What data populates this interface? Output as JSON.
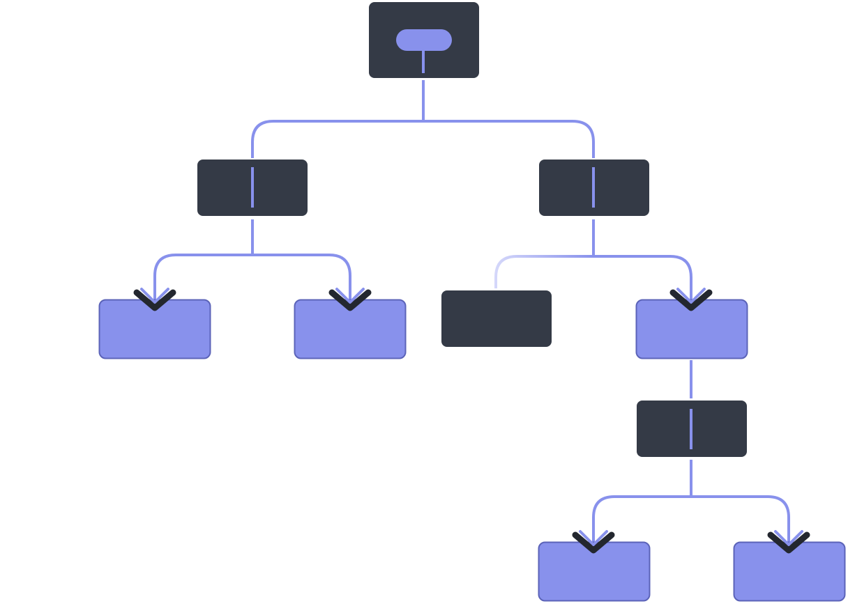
{
  "diagram": {
    "type": "tree",
    "colors": {
      "dark_node": "#343a46",
      "accent": "#8891ec",
      "accent_border": "#5b63b8",
      "accent_faded": "#d4d7fa",
      "arrow_shadow": "#23272f",
      "background": "#ffffff"
    },
    "nodes": [
      {
        "id": "root",
        "style": "dark",
        "icon": "pill-stem"
      },
      {
        "id": "left",
        "style": "dark",
        "parent": "root"
      },
      {
        "id": "right",
        "style": "dark",
        "parent": "root"
      },
      {
        "id": "left-a",
        "style": "accent",
        "parent": "left",
        "arrow": true
      },
      {
        "id": "left-b",
        "style": "accent",
        "parent": "left",
        "arrow": true
      },
      {
        "id": "right-a",
        "style": "dark",
        "parent": "right",
        "arrow": false,
        "edge": "faded"
      },
      {
        "id": "right-b",
        "style": "accent",
        "parent": "right",
        "arrow": true
      },
      {
        "id": "mid",
        "style": "dark",
        "parent": "right-b"
      },
      {
        "id": "bottom-a",
        "style": "accent",
        "parent": "mid",
        "arrow": true
      },
      {
        "id": "bottom-b",
        "style": "accent",
        "parent": "mid",
        "arrow": true
      }
    ]
  }
}
